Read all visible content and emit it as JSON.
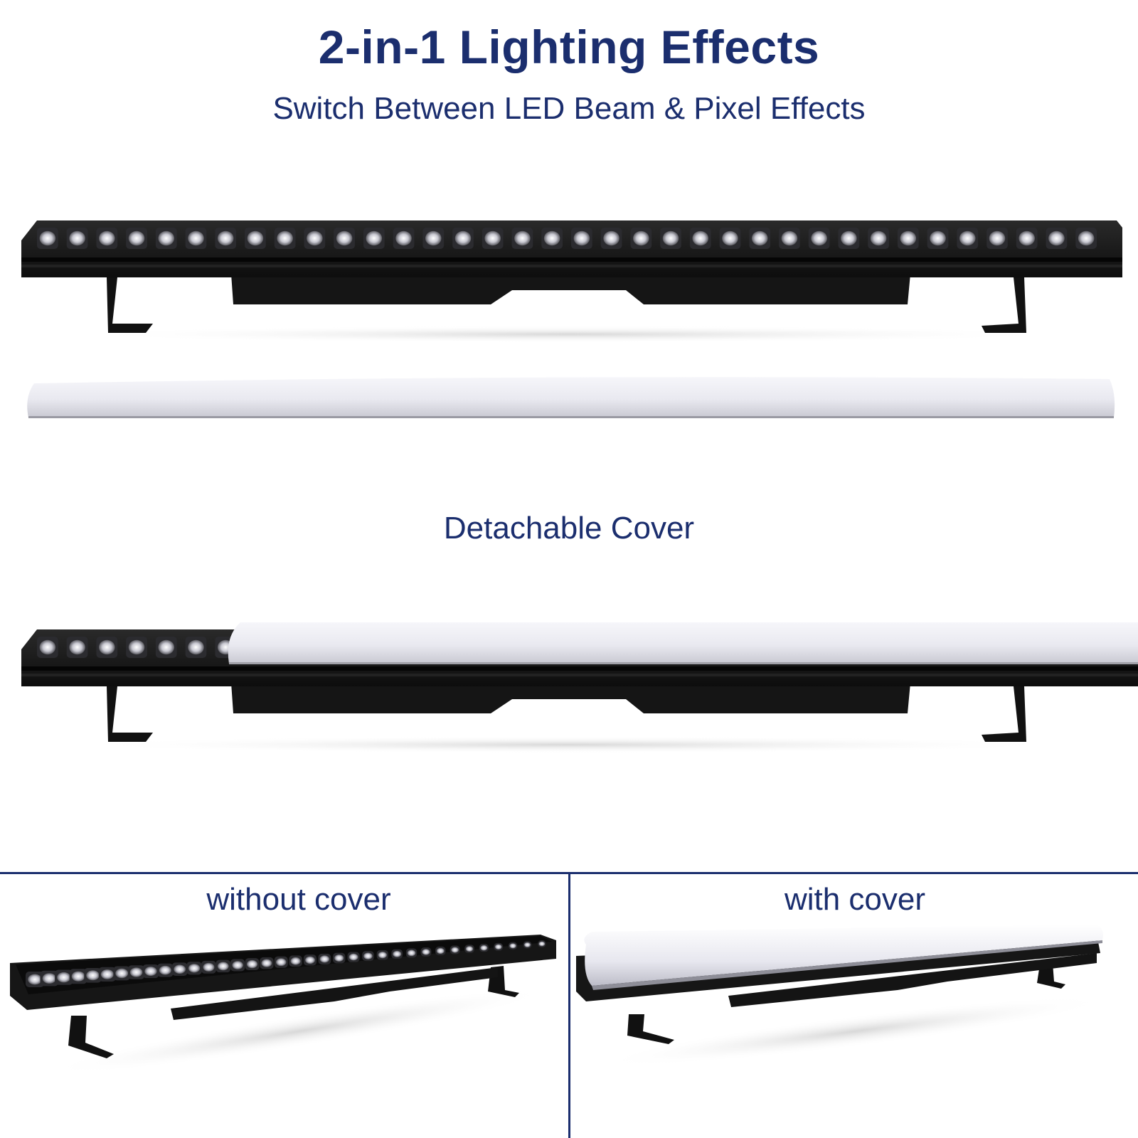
{
  "header": {
    "title": "2-in-1 Lighting Effects",
    "subtitle": "Switch Between LED Beam & Pixel Effects"
  },
  "cover_section": {
    "label": "Detachable Cover"
  },
  "comparison": {
    "left_label": "without cover",
    "right_label": "with cover"
  },
  "product": {
    "led_count": 36
  },
  "colors": {
    "brand_navy": "#1b2e6e",
    "divider": "#1b2e6e",
    "bar_body": "#141414",
    "cover_white": "#f2f2f6"
  }
}
